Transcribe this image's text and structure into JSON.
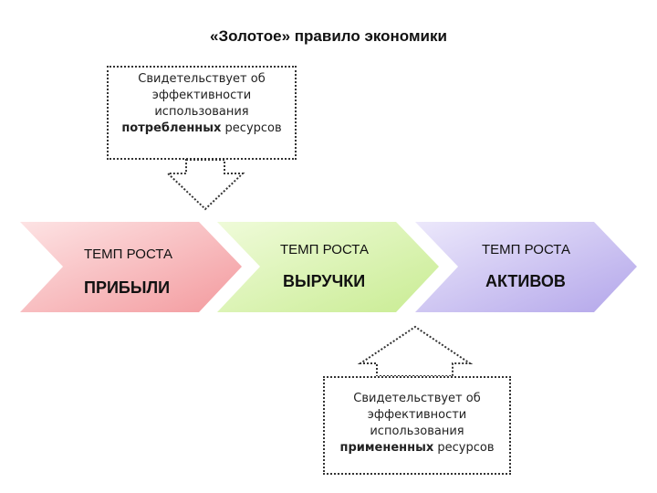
{
  "title": "«Золотое» правило экономики",
  "note_top": {
    "line1": "Свидетельствует об",
    "line2": "эффективности",
    "line3": "использования",
    "line4_bold": "потребленных",
    "line4_rest": " ресурсов"
  },
  "note_bottom": {
    "line1": "Свидетельствует об",
    "line2": "эффективности",
    "line3": "использования",
    "line4_bold": "примененных",
    "line4_rest": " ресурсов"
  },
  "chevrons": [
    {
      "line1": "ТЕМП РОСТА",
      "line2": "ПРИБЫЛИ",
      "color": "#f4a3a6"
    },
    {
      "line1": "ТЕМП РОСТА",
      "line2": "ВЫРУЧКИ",
      "color": "#d4f0a6"
    },
    {
      "line1": "ТЕМП РОСТА",
      "line2": "АКТИВОВ",
      "color": "#c4b8ee"
    }
  ]
}
